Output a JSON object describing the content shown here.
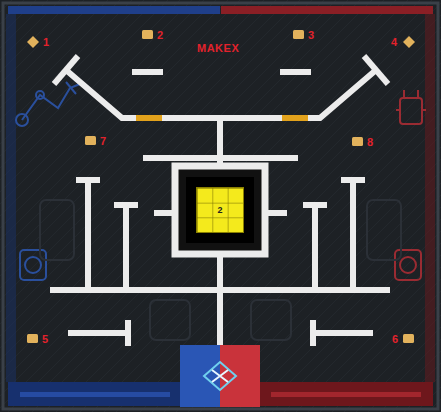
{
  "diagram": {
    "nodes": [
      {
        "text": [
          "2"
        ]
      }
    ],
    "labels": [
      "1",
      "2",
      "MAKEX",
      "3",
      "4",
      "7",
      "8",
      "5",
      "6"
    ]
  }
}
